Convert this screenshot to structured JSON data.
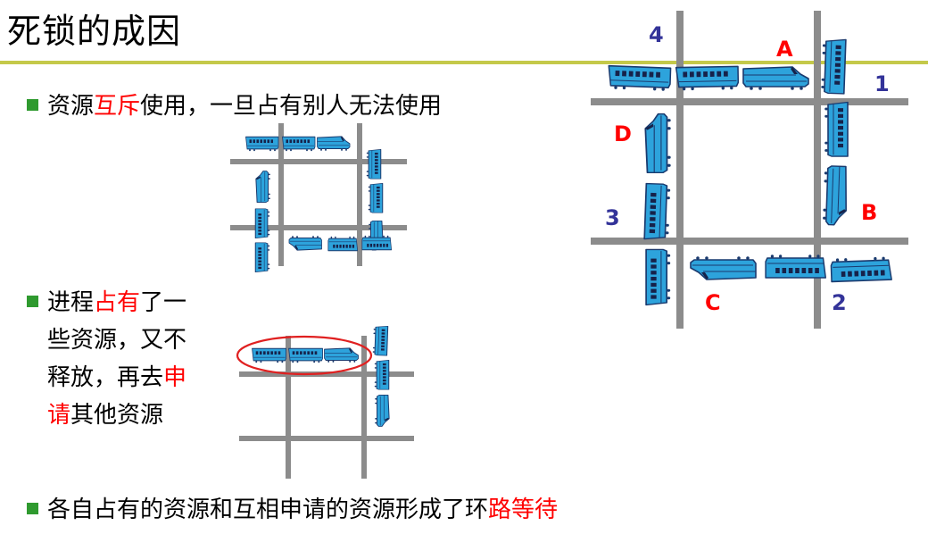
{
  "slide": {
    "title": "死锁的成因",
    "bullets": [
      {
        "pre": "资源",
        "hl": "互斥",
        "post": "使用，一旦占有别人无法使用"
      },
      {
        "l1a": "进程",
        "l1hl": "占有",
        "l1b": "了一",
        "l2": "些资源，又不",
        "l3a": "释放，再去",
        "l3hl": "申",
        "l4hl": "请",
        "l4b": "其他资源"
      },
      {
        "pre": "各自占有的资源和互相申请的资源形成了环",
        "hl": "路等待"
      }
    ]
  },
  "diagram": {
    "train_labels": [
      "A",
      "B",
      "C",
      "D"
    ],
    "intersection_labels": [
      "1",
      "2",
      "3",
      "4"
    ],
    "colors": {
      "train": "#2da3dc",
      "train_stroke": "#1a3a6e",
      "road": "#8c8c8c",
      "train_label": "#ff0000",
      "intersection_label": "#333399",
      "highlight_ellipse": "#e02020"
    }
  }
}
